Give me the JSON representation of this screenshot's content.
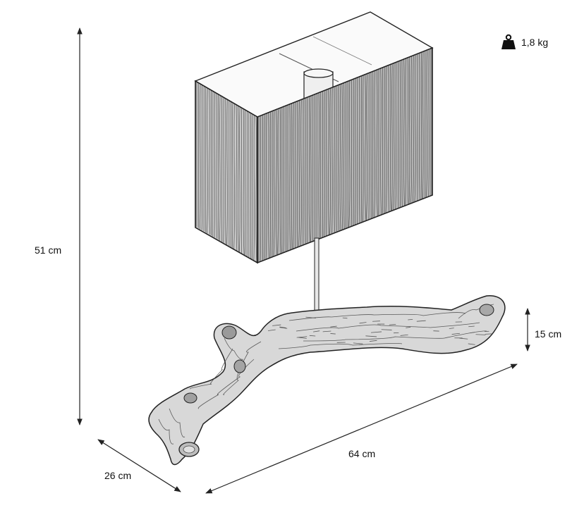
{
  "dimensions": {
    "height": "51 cm",
    "depth": "26 cm",
    "width": "64 cm",
    "base_height": "15 cm"
  },
  "weight": {
    "value": "1,8 kg",
    "icon": "weight-icon"
  },
  "colors": {
    "line": "#222222",
    "background": "#ffffff"
  }
}
